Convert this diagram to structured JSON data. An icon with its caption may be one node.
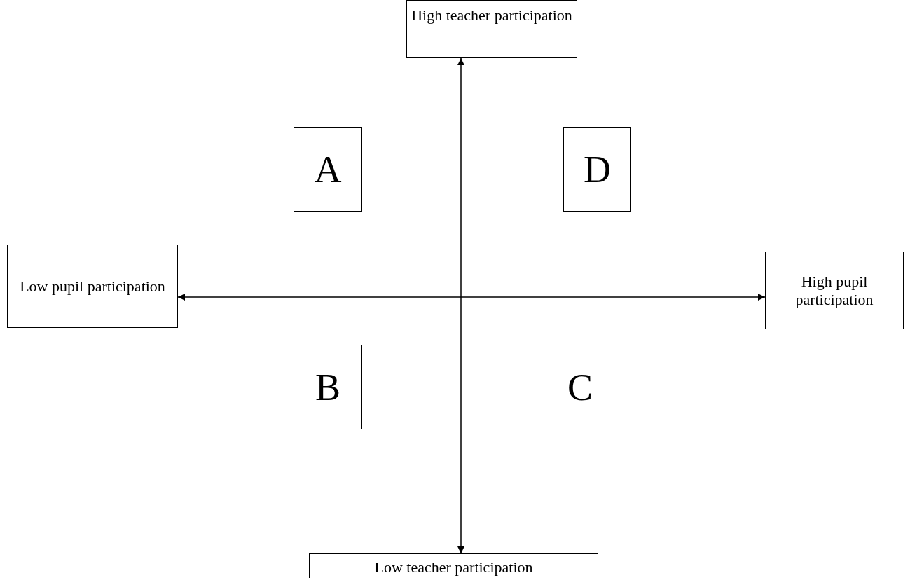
{
  "diagram": {
    "nodes": [
      {
        "text": [
          "High teacher participation"
        ]
      },
      {
        "text": [
          "A"
        ]
      },
      {
        "text": [
          "D"
        ]
      },
      {
        "text": [
          "Low pupil participation"
        ]
      },
      {
        "text": [
          "High pupil participation"
        ]
      },
      {
        "text": [
          "B"
        ]
      },
      {
        "text": [
          "C"
        ]
      },
      {
        "text": [
          "Low teacher participation"
        ]
      }
    ],
    "edges": [
      {
        "from": 0,
        "to": 7,
        "arrow": "both"
      },
      {
        "from": 3,
        "to": 4,
        "arrow": "both"
      }
    ]
  }
}
